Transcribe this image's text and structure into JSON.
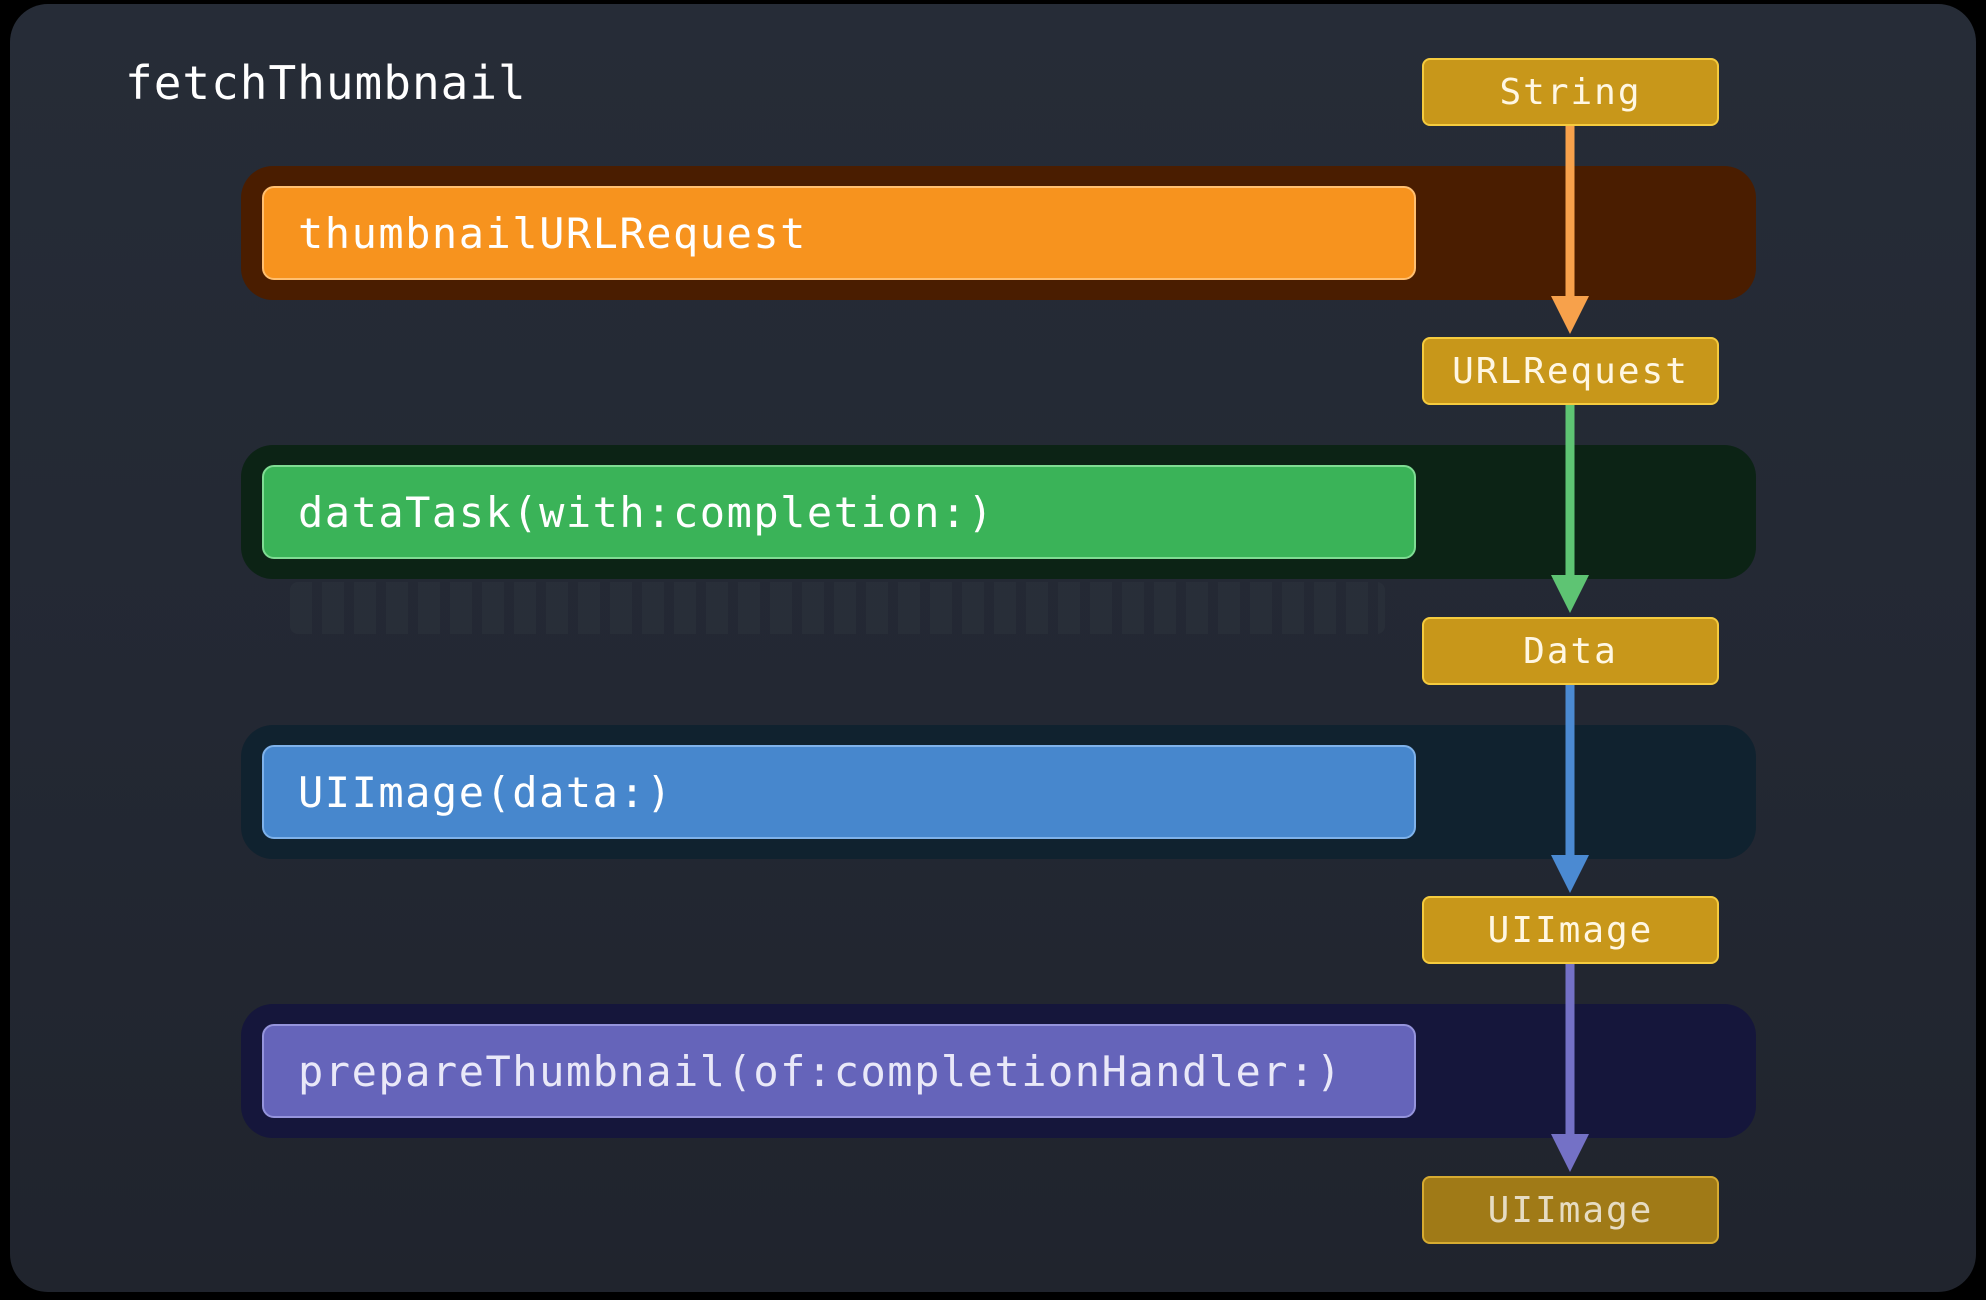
{
  "title": "fetchThumbnail",
  "steps": [
    {
      "label": "thumbnailURLRequest",
      "band_color": "#4a1d00",
      "box_color": "#f7931e",
      "text_color": "#ffffff",
      "border_color": "#ffbf70"
    },
    {
      "label": "dataTask(with:completion:)",
      "band_color": "#0c2315",
      "box_color": "#3ab358",
      "text_color": "#ffffff",
      "border_color": "#7fdc93"
    },
    {
      "label": "UIImage(data:)",
      "band_color": "#10222f",
      "box_color": "#4787cd",
      "text_color": "#ffffff",
      "border_color": "#7fb2ea"
    },
    {
      "label": "prepareThumbnail(of:completionHandler:)",
      "band_color": "#15163b",
      "box_color": "#6564ba",
      "text_color": "#e9e8f8",
      "border_color": "#9594dc"
    }
  ],
  "types": [
    "String",
    "URLRequest",
    "Data",
    "UIImage",
    "UIImage"
  ],
  "arrow_colors": [
    "#f7a14b",
    "#5ec473",
    "#4b8ad2",
    "#7471c6"
  ],
  "type_box_color": "#c8971a"
}
